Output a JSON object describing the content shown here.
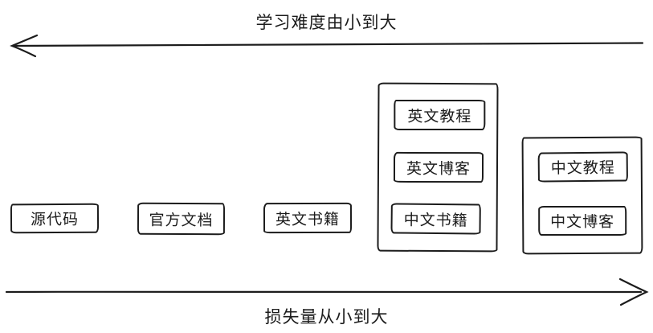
{
  "diagram": {
    "background": "#ffffff",
    "ink_color": "#1c1c1c",
    "top_axis": {
      "label": "学习难度由小到大",
      "direction": "left"
    },
    "bottom_axis": {
      "label": "损失量从小到大",
      "direction": "right"
    },
    "boxes": [
      {
        "label": "源代码"
      },
      {
        "label": "官方文档"
      },
      {
        "label": "英文书籍"
      }
    ],
    "groups": [
      {
        "items": [
          {
            "label": "英文教程"
          },
          {
            "label": "英文博客"
          },
          {
            "label": "中文书籍"
          }
        ]
      },
      {
        "items": [
          {
            "label": "中文教程"
          },
          {
            "label": "中文博客"
          }
        ]
      }
    ]
  }
}
